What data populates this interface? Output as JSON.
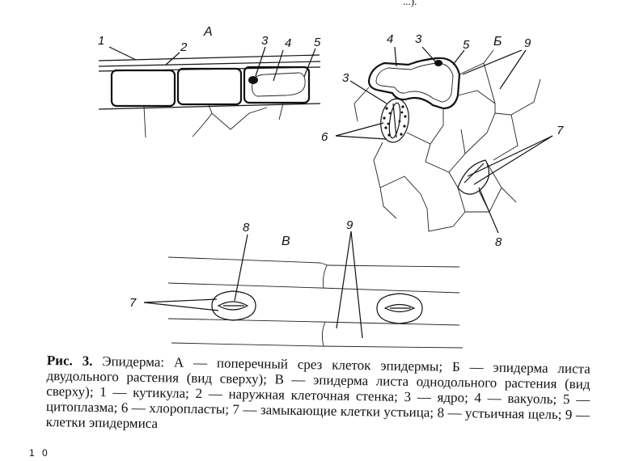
{
  "top_fragment": "...).",
  "labels": {
    "panel_a": "А",
    "panel_b": "Б",
    "panel_v": "В",
    "n1": "1",
    "n2": "2",
    "n3": "3",
    "n4": "4",
    "n5": "5",
    "n6": "6",
    "n7": "7",
    "n8": "8",
    "n9": "9"
  },
  "caption": {
    "title": "Рис. 3.",
    "text": " Эпидерма: А — поперечный срез клеток эпидермы; Б — эпидерма листа двудольного растения (вид сверху); В — эпидерма листа однодольного растения (вид сверху); 1 — кутикула; 2 — наружная клеточная стенка; 3 — ядро; 4 — вакуоль; 5 — цитоплазма; 6 — хлоропласты; 7 — замыкающие клетки устьица; 8 — устьичная щель; 9 — клетки эпидермиса"
  },
  "page_number": "1 0"
}
